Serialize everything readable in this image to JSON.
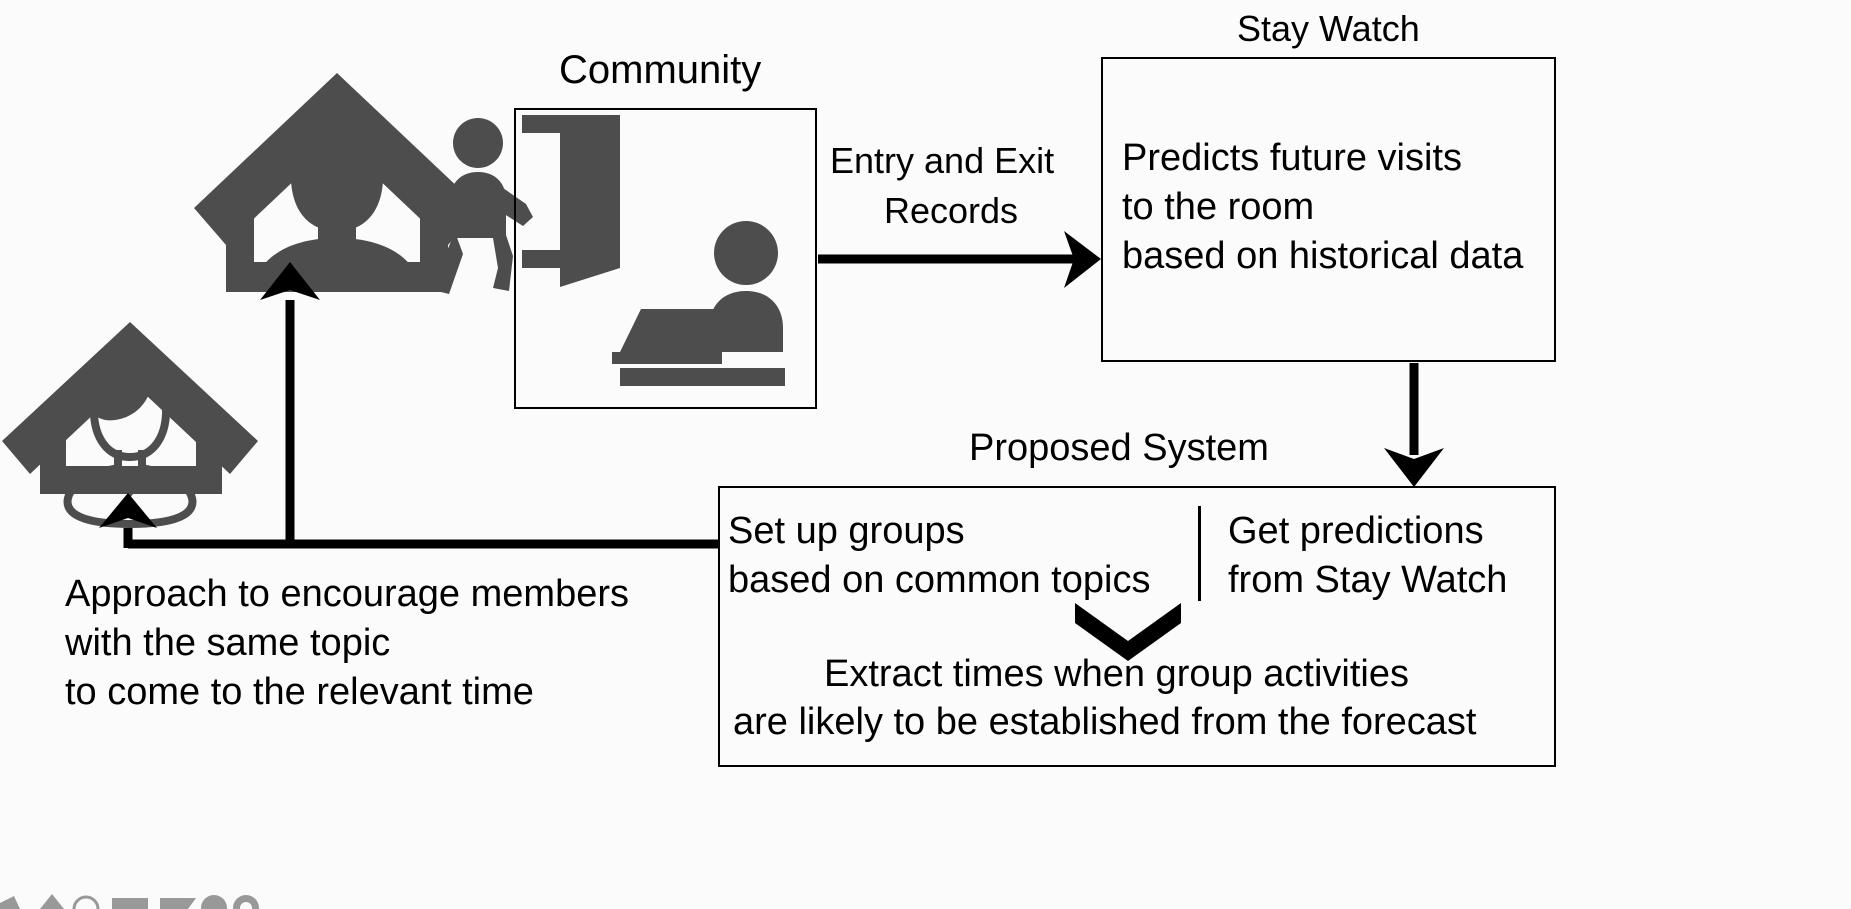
{
  "diagram": {
    "title": "Proposed system overview diagram",
    "background_color": "#fbfbfb",
    "ink_color": "#000000",
    "icon_color": "#4d4d4d"
  },
  "labels": {
    "community": "Community",
    "stay_watch": "Stay Watch",
    "proposed_system": "Proposed System",
    "entry_exit_records_line1": "Entry and Exit",
    "entry_exit_records_line2": "Records"
  },
  "stay_watch_box": {
    "line1": "Predicts future visits",
    "line2": "to the room",
    "line3": "based on historical data"
  },
  "proposed_system_box": {
    "left_line1": "Set up groups",
    "left_line2": "based on common topics",
    "right_line1": "Get predictions",
    "right_line2": "from Stay Watch",
    "bottom_line1": "Extract times when group activities",
    "bottom_line2": "are likely to be established from the forecast"
  },
  "approach_note": {
    "line1": "Approach to encourage members",
    "line2": "with the same topic",
    "line3": "to come to the relevant time"
  },
  "icons": [
    {
      "name": "house-with-male-resident-icon",
      "description": "House outline containing a filled male avatar silhouette"
    },
    {
      "name": "house-with-female-resident-icon",
      "description": "House outline containing an outlined female avatar silhouette"
    },
    {
      "name": "walking-person-icon",
      "description": "Pictogram of a person walking toward the door"
    },
    {
      "name": "open-door-icon",
      "description": "Open door pictogram at the community entrance"
    },
    {
      "name": "person-at-laptop-icon",
      "description": "Seated person working at a laptop on a desk"
    }
  ],
  "connectors": [
    {
      "name": "community-to-stay-watch-arrow",
      "label": "Entry and Exit Records",
      "direction": "right"
    },
    {
      "name": "stay-watch-to-proposed-system-arrow",
      "direction": "down"
    },
    {
      "name": "proposed-system-to-members-arrow",
      "direction": "left-then-up",
      "label": "Approach to encourage members with the same topic to come to the relevant time"
    },
    {
      "name": "member-feedback-up-arrow-male-house",
      "direction": "up"
    },
    {
      "name": "member-feedback-up-arrow-female-house",
      "direction": "up"
    },
    {
      "name": "group-setup-to-extract-chevron",
      "direction": "down"
    }
  ]
}
